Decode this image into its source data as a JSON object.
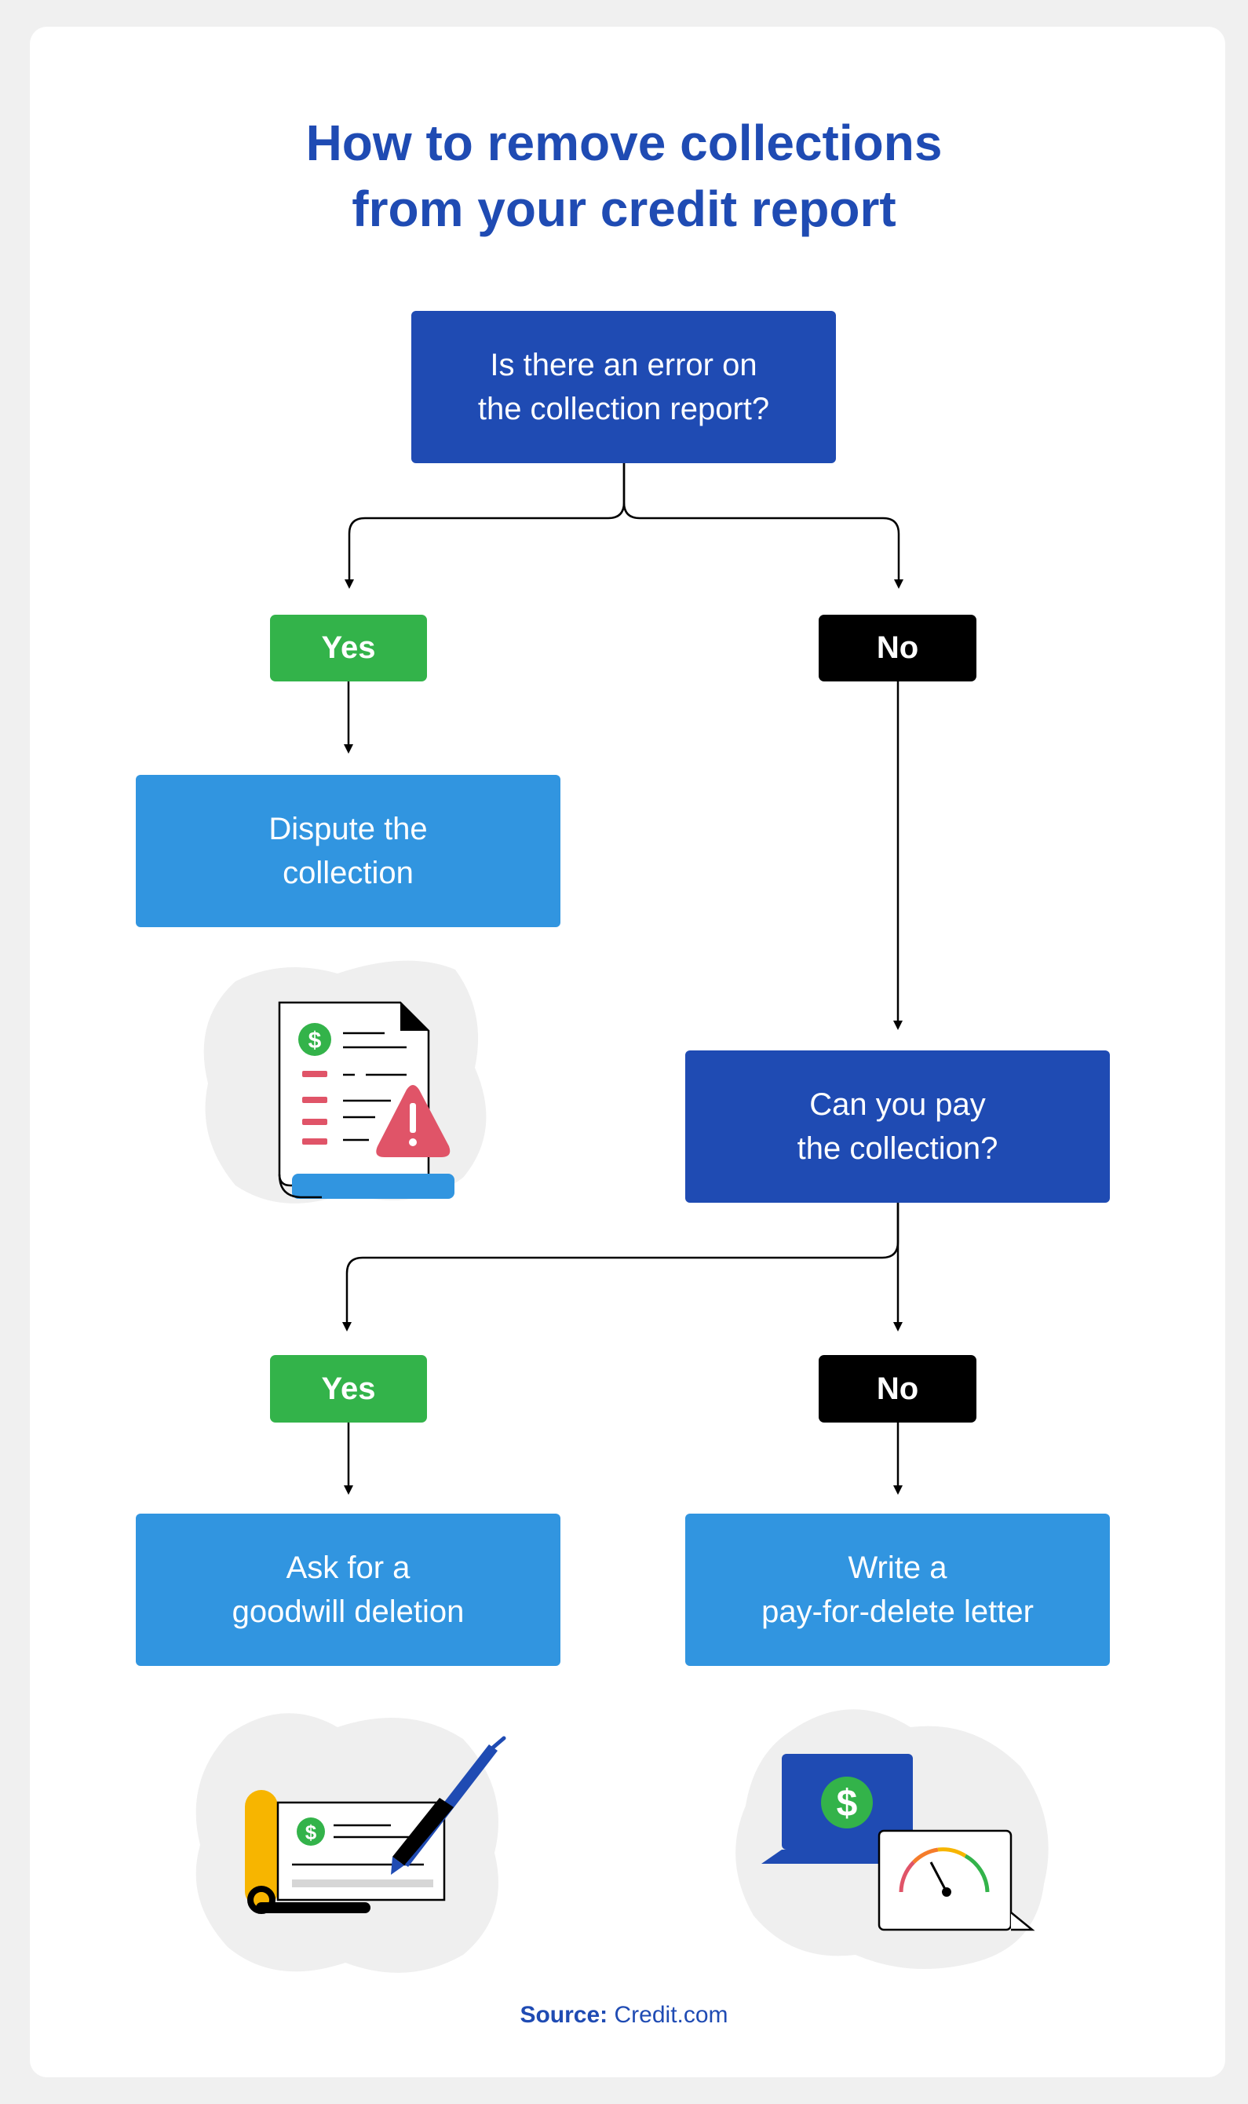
{
  "title": {
    "line1": "How to remove collections",
    "line2": "from your credit report"
  },
  "flow": {
    "question1": {
      "line1": "Is there an error on",
      "line2": "the collection report?"
    },
    "q1_yes": "Yes",
    "q1_no": "No",
    "action_dispute": {
      "line1": "Dispute the",
      "line2": "collection"
    },
    "question2": {
      "line1": "Can you pay",
      "line2": "the collection?"
    },
    "q2_yes": "Yes",
    "q2_no": "No",
    "action_goodwill": {
      "line1": "Ask for a",
      "line2": "goodwill deletion"
    },
    "action_pay_for_delete": {
      "line1": "Write a",
      "line2": "pay-for-delete letter"
    }
  },
  "illustrations": {
    "dispute_icon": "dollar-sign",
    "cheque_icon": "dollar-sign",
    "laptop_icon": "dollar-sign"
  },
  "source": {
    "label": "Source:",
    "value": "Credit.com"
  },
  "colors": {
    "navy": "#1f4bb3",
    "sky": "#3195e0",
    "yes_green": "#33b34a",
    "no_black": "#000000",
    "alert_red": "#e05468",
    "pencil_yellow": "#f7b500"
  }
}
